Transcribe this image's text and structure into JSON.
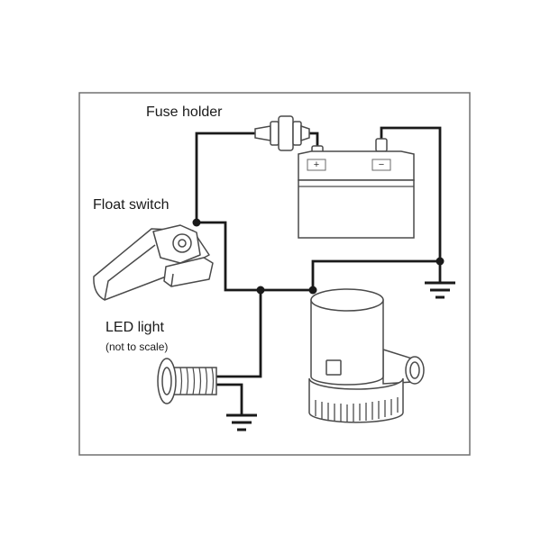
{
  "diagram": {
    "labels": {
      "fuse_holder": "Fuse holder",
      "float_switch": "Float switch",
      "led_light": "LED light",
      "led_note": "(not to scale)"
    },
    "battery": {
      "positive_symbol": "+",
      "negative_symbol": "−"
    },
    "components": [
      "fuse-holder",
      "battery",
      "float-switch",
      "bilge-pump",
      "led-light",
      "ground"
    ],
    "colors": {
      "wire": "#1a1a1a",
      "outline": "#4a4a4a",
      "frame": "#707070",
      "background": "#ffffff"
    }
  }
}
